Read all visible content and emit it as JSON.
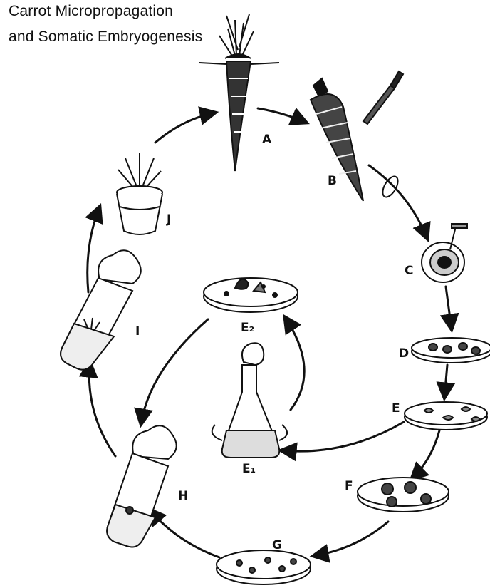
{
  "title": {
    "line1": "Carrot Micropropagation",
    "line2": "and Somatic Embryogenesis"
  },
  "stages": {
    "A": "A",
    "B": "B",
    "C": "C",
    "D": "D",
    "E": "E",
    "E1": "E₁",
    "E2": "E₂",
    "F": "F",
    "G": "G",
    "H": "H",
    "I": "I",
    "J": "J"
  },
  "colors": {
    "ink": "#111111",
    "background": "#ffffff"
  }
}
